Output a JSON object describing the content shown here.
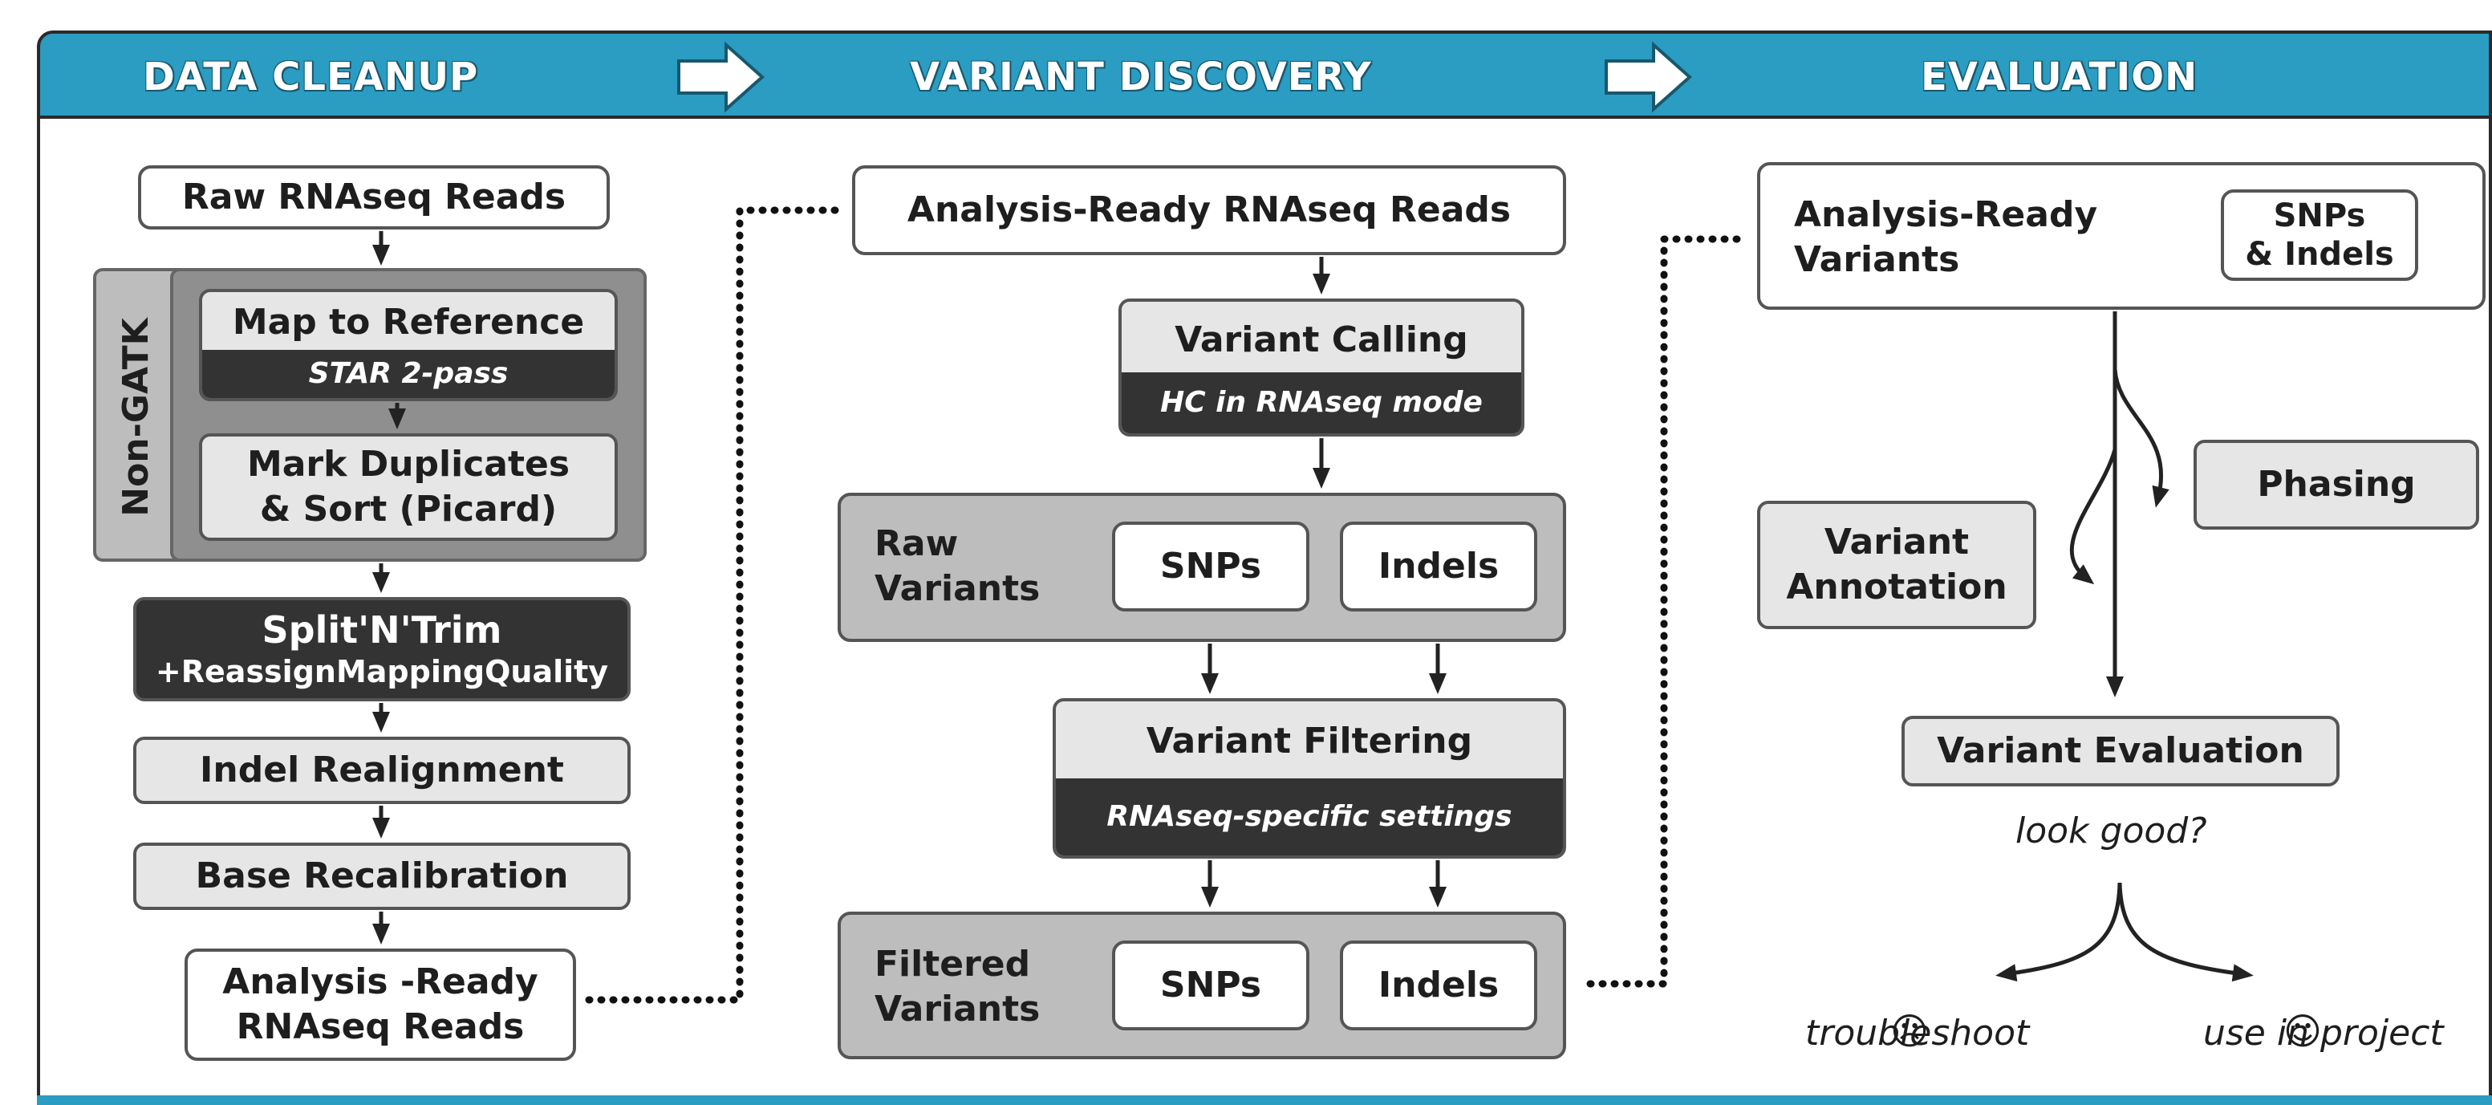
{
  "header": {
    "stage1": "DATA CLEANUP",
    "stage2": "VARIANT DISCOVERY",
    "stage3": "EVALUATION"
  },
  "cleanup": {
    "raw_reads": "Raw RNAseq Reads",
    "non_gatk": "Non-GATK",
    "map_ref": "Map to Reference",
    "map_tool": "STAR 2-pass",
    "mark_dup_1": "Mark Duplicates",
    "mark_dup_2": "& Sort (Picard)",
    "split_trim": "Split'N'Trim",
    "reassign": "+ReassignMappingQuality",
    "indel_realign": "Indel Realignment",
    "base_recal": "Base Recalibration",
    "ready_reads_1": "Analysis -Ready",
    "ready_reads_2": "RNAseq Reads"
  },
  "discovery": {
    "ready_reads": "Analysis-Ready RNAseq Reads",
    "calling": "Variant Calling",
    "calling_mode": "HC in RNAseq mode",
    "raw_1": "Raw",
    "raw_2": "Variants",
    "snps": "SNPs",
    "indels": "Indels",
    "filtering": "Variant Filtering",
    "filtering_settings": "RNAseq-specific settings",
    "filtered_1": "Filtered",
    "filtered_2": "Variants"
  },
  "evaluation": {
    "ready_variants_1": "Analysis-Ready",
    "ready_variants_2": "Variants",
    "snps_indels_1": "SNPs",
    "snps_indels_2": "& Indels",
    "phasing": "Phasing",
    "annotation_1": "Variant",
    "annotation_2": "Annotation",
    "eval": "Variant Evaluation",
    "question": "look good?",
    "sad_face": "☹",
    "happy_face": "☺",
    "troubleshoot": "troubleshoot",
    "use_in_project": "use in project"
  }
}
